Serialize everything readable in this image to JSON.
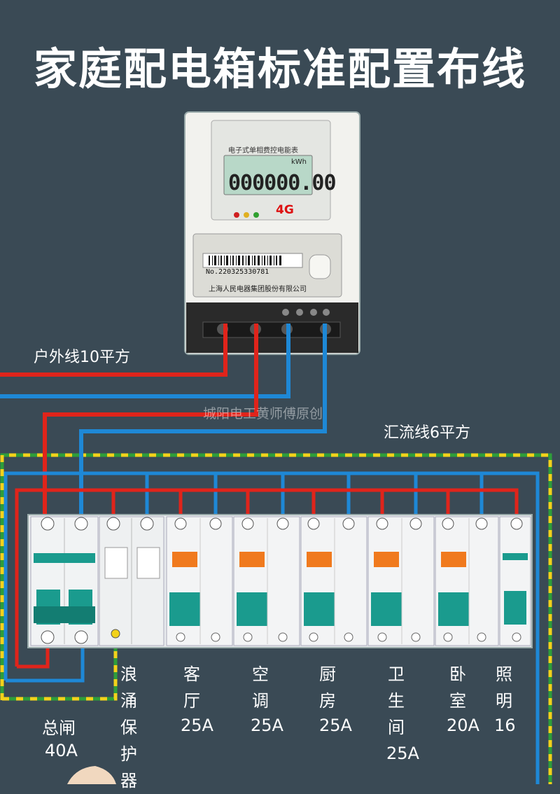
{
  "title": "家庭配电箱标准配置布线",
  "labels": {
    "outdoor_line": "户外线10平方",
    "bus_line": "汇流线6平方",
    "watermark": "城阳电工黄师傅原创"
  },
  "meter": {
    "reading": "000000.00",
    "unit": "kWh",
    "network": "4G",
    "serial": "No.220325330781",
    "model_text": "电子式单相费控电能表",
    "maker_text": "上海人民电器集团股份有限公司"
  },
  "breakers": [
    {
      "chars": [
        "总闸"
      ],
      "rating": "40A",
      "layout": "horizontal"
    },
    {
      "chars": [
        "浪",
        "涌",
        "保",
        "护",
        "器"
      ],
      "rating": "",
      "layout": "vertical"
    },
    {
      "chars": [
        "客",
        "厅"
      ],
      "rating": "25A",
      "layout": "vertical"
    },
    {
      "chars": [
        "空",
        "调"
      ],
      "rating": "25A",
      "layout": "vertical"
    },
    {
      "chars": [
        "厨",
        "房"
      ],
      "rating": "25A",
      "layout": "vertical"
    },
    {
      "chars": [
        "卫",
        "生",
        "间"
      ],
      "rating": "25A",
      "layout": "vertical"
    },
    {
      "chars": [
        "卧",
        "室"
      ],
      "rating": "20A",
      "layout": "vertical"
    },
    {
      "chars": [
        "照",
        "明"
      ],
      "rating": "16",
      "layout": "vertical"
    }
  ],
  "colors": {
    "live": "#e0241b",
    "neutral": "#1e88d6",
    "ground_yellow": "#f2d21a",
    "ground_green": "#2e9e3a",
    "background": "#3a4a55",
    "breaker_body": "#e8ebee",
    "handle": "#1a9b8e",
    "indicator": "#f07a1e"
  }
}
